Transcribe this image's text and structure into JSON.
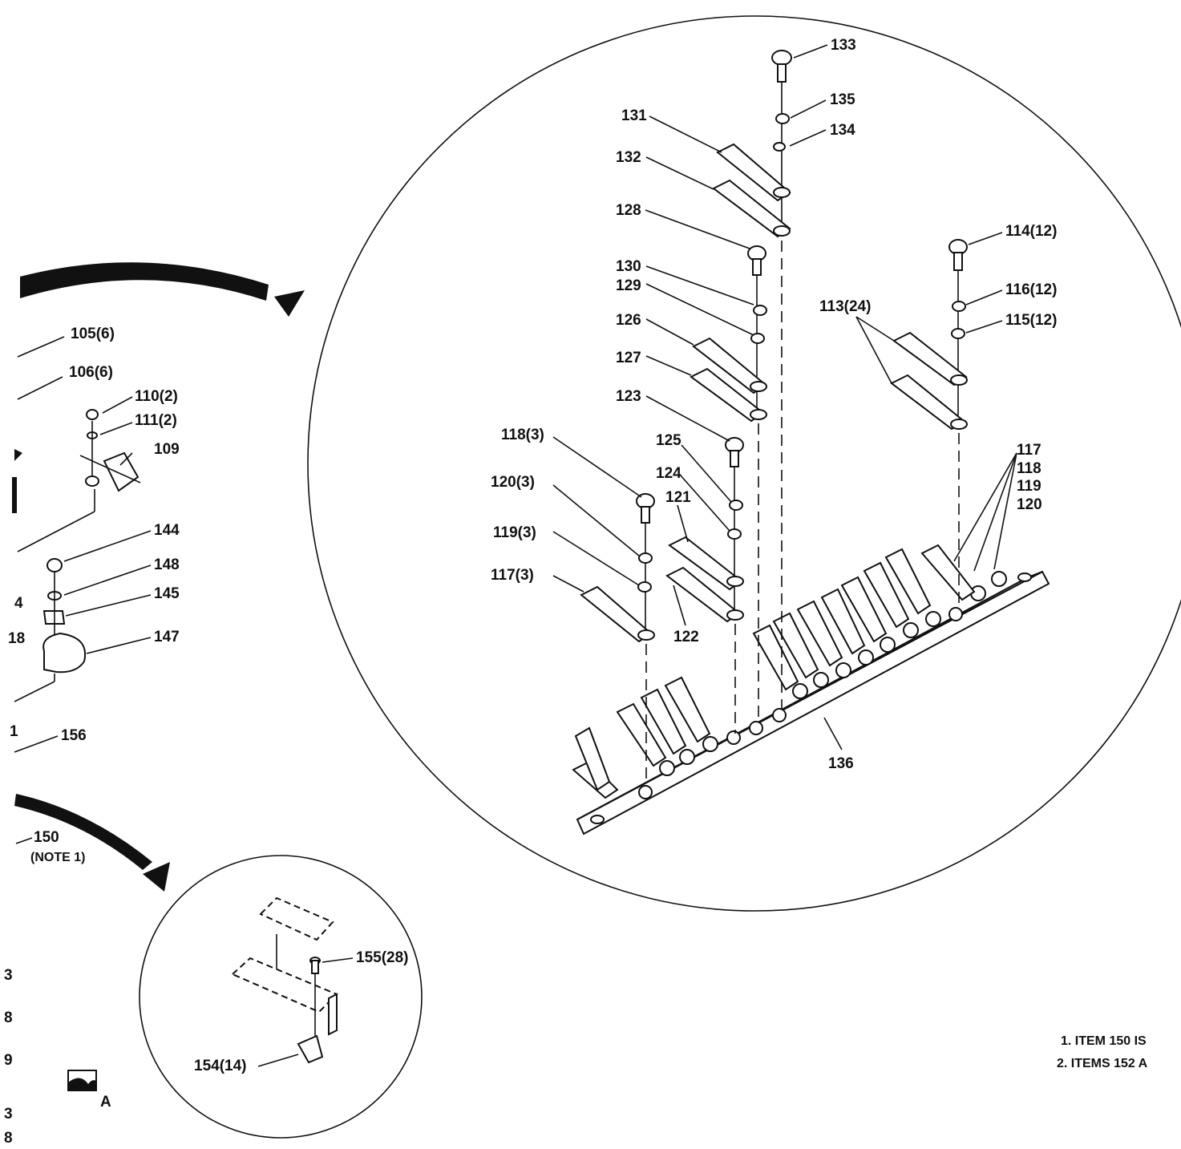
{
  "callouts": {
    "c133": "133",
    "c135": "135",
    "c134": "134",
    "c131": "131",
    "c132": "132",
    "c128": "128",
    "c130": "130",
    "c129": "129",
    "c126": "126",
    "c127": "127",
    "c123": "123",
    "c125": "125",
    "c124": "124",
    "c121": "121",
    "c122": "122",
    "c118_3": "118(3)",
    "c120_3": "120(3)",
    "c119_3": "119(3)",
    "c117_3": "117(3)",
    "c114_12": "114(12)",
    "c116_12": "116(12)",
    "c115_12": "115(12)",
    "c113_24": "113(24)",
    "c117": "117",
    "c118": "118",
    "c119": "119",
    "c120": "120",
    "c136": "136",
    "c105_6": "105(6)",
    "c106_6": "106(6)",
    "c110_2": "110(2)",
    "c111_2": "111(2)",
    "c109": "109",
    "c144": "144",
    "c148": "148",
    "c145": "145",
    "c147": "147",
    "c156": "156",
    "c150": "150",
    "note1": "(NOTE 1)",
    "c155_28": "155(28)",
    "c154_14": "154(14)",
    "view_a": "A",
    "edge_4": "4",
    "edge_18": "18",
    "edge_1": "1"
  },
  "notes": [
    "1. ITEM 150 IS",
    "2. ITEMS 152 A"
  ],
  "edge_digits": [
    "3",
    "8",
    "9",
    "3",
    "8"
  ]
}
